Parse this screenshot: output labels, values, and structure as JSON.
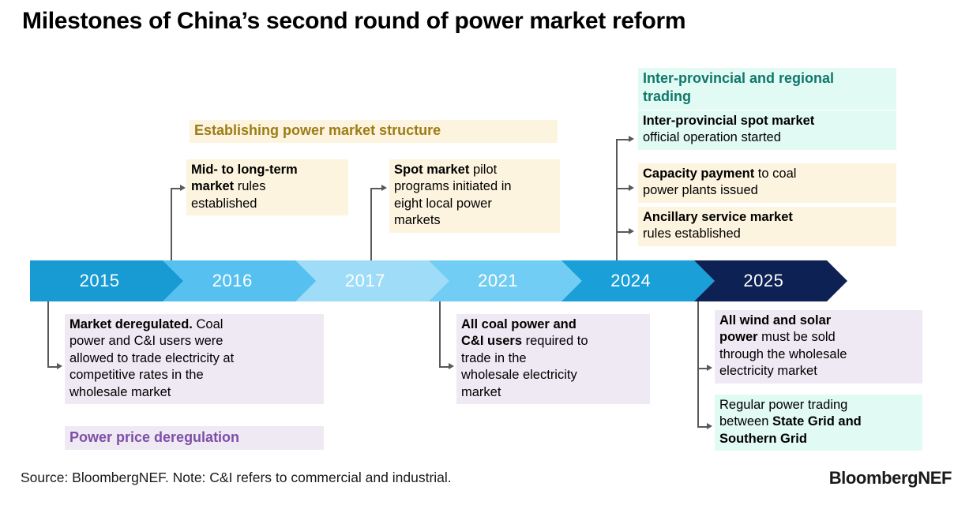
{
  "title": "Milestones of China’s second round of power market reform",
  "timeline": {
    "segments": [
      {
        "year": "2015",
        "color": "#189ad3"
      },
      {
        "year": "2016",
        "color": "#56c1f0"
      },
      {
        "year": "2017",
        "color": "#9fdcf7"
      },
      {
        "year": "2021",
        "color": "#72cdf4"
      },
      {
        "year": "2024",
        "color": "#1a9fd9"
      },
      {
        "year": "2025",
        "color": "#0d2154"
      }
    ]
  },
  "groups": {
    "establishing": {
      "label": "Establishing power market structure",
      "color": "#9c7c15",
      "background": "#fdf4df"
    },
    "interprovincial": {
      "label_line1": "Inter-provincial and regional",
      "label_line2": "trading",
      "color": "#10776b",
      "background": "#e1faf3"
    },
    "deregulation": {
      "label": "Power price deregulation",
      "color": "#7d4fa8",
      "background": "#efe9f3"
    }
  },
  "boxes_above": [
    {
      "id": "mid-long-term",
      "year": "2016",
      "style": "cream",
      "lines": [
        {
          "bold": "Mid- to long-term",
          "rest": ""
        },
        {
          "bold": "market",
          "rest": " rules"
        },
        {
          "bold": "",
          "rest": "established"
        }
      ]
    },
    {
      "id": "spot-market-pilot",
      "year": "2017",
      "style": "cream",
      "lines": [
        {
          "bold": "Spot market",
          "rest": " pilot"
        },
        {
          "bold": "",
          "rest": "programs initiated in"
        },
        {
          "bold": "",
          "rest": "eight local power"
        },
        {
          "bold": "",
          "rest": "markets"
        }
      ]
    },
    {
      "id": "interprovincial-spot",
      "year": "2024",
      "style": "mint",
      "lines": [
        {
          "bold": "Inter-provincial spot market",
          "rest": ""
        },
        {
          "bold": "",
          "rest": "official operation started"
        }
      ]
    },
    {
      "id": "capacity-payment",
      "year": "2024",
      "style": "cream",
      "lines": [
        {
          "bold": "Capacity payment",
          "rest": " to coal"
        },
        {
          "bold": "",
          "rest": "power plants issued"
        }
      ]
    },
    {
      "id": "ancillary-service",
      "year": "2024",
      "style": "cream",
      "lines": [
        {
          "bold": "Ancillary service market",
          "rest": ""
        },
        {
          "bold": "",
          "rest": "rules established"
        }
      ]
    }
  ],
  "boxes_below": [
    {
      "id": "market-deregulated",
      "year": "2015",
      "style": "lav",
      "lines": [
        {
          "bold": "Market deregulated.",
          "rest": " Coal"
        },
        {
          "bold": "",
          "rest": "power and C&I users were"
        },
        {
          "bold": "",
          "rest": "allowed to trade electricity at"
        },
        {
          "bold": "",
          "rest": "competitive rates in the"
        },
        {
          "bold": "",
          "rest": "wholesale market"
        }
      ]
    },
    {
      "id": "all-coal-ci",
      "year": "2021",
      "style": "lav",
      "lines": [
        {
          "bold": "All coal power and",
          "rest": ""
        },
        {
          "bold": "C&I users",
          "rest": " required to"
        },
        {
          "bold": "",
          "rest": "trade in the"
        },
        {
          "bold": "",
          "rest": "wholesale electricity"
        },
        {
          "bold": "",
          "rest": "market"
        }
      ]
    },
    {
      "id": "wind-solar",
      "year": "2025",
      "style": "lav",
      "lines": [
        {
          "bold": "All wind and solar",
          "rest": ""
        },
        {
          "bold": "power",
          "rest": " must be sold"
        },
        {
          "bold": "",
          "rest": "through the wholesale"
        },
        {
          "bold": "",
          "rest": "electricity market"
        }
      ]
    },
    {
      "id": "regular-trading",
      "year": "2025",
      "style": "mint",
      "lines": [
        {
          "bold": "",
          "rest": "Regular power trading"
        },
        {
          "bold": "",
          "rest": "between ",
          "bold_tail": "State Grid and"
        },
        {
          "bold": "Southern Grid",
          "rest": ""
        }
      ]
    }
  ],
  "footer": {
    "source": "Source: BloombergNEF. Note: C&I refers to commercial and industrial.",
    "logo": "BloombergNEF"
  }
}
